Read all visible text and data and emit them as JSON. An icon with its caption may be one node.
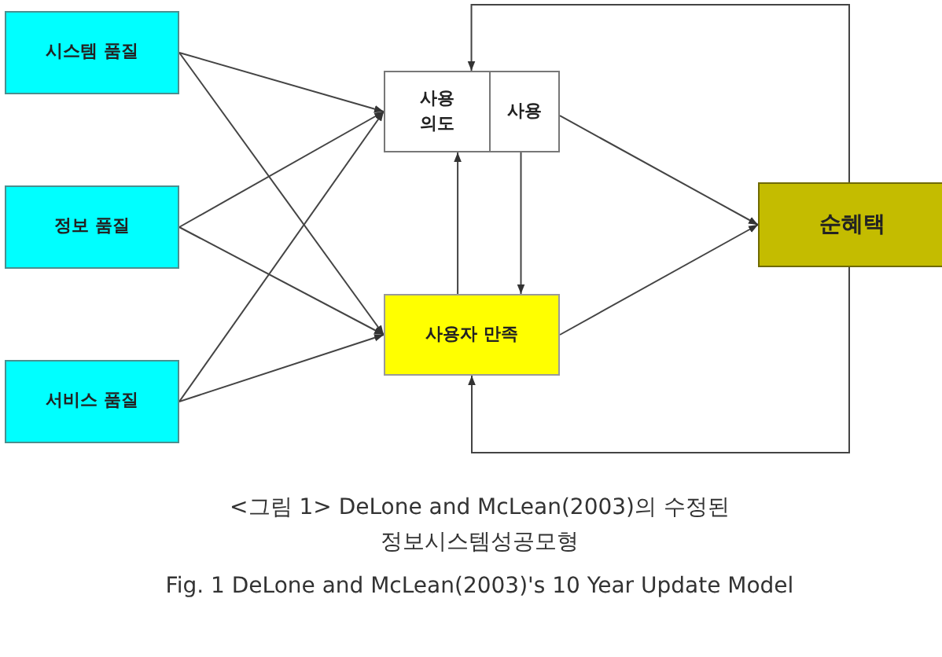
{
  "diagram": {
    "caption": "<그림 1> DeLone and McLean(2003)의 수정된 정보시스템성공모형",
    "nodes": [
      {
        "text": [
          "시스템 품질"
        ]
      },
      {
        "text": [
          "정보 품질"
        ]
      },
      {
        "text": [
          "서비스 품질"
        ]
      },
      {
        "text": [
          "사용 의도"
        ]
      },
      {
        "text": [
          "사용"
        ]
      },
      {
        "text": [
          "사용자 만족"
        ]
      },
      {
        "text": [
          "순혜택"
        ]
      }
    ],
    "edges": [
      {
        "from": 0,
        "to": 3,
        "arrow": "to"
      },
      {
        "from": 0,
        "to": 5,
        "arrow": "to"
      },
      {
        "from": 1,
        "to": 3,
        "arrow": "to"
      },
      {
        "from": 1,
        "to": 5,
        "arrow": "to"
      },
      {
        "from": 2,
        "to": 3,
        "arrow": "to"
      },
      {
        "from": 2,
        "to": 5,
        "arrow": "to"
      },
      {
        "from": 5,
        "to": 3,
        "arrow": "to"
      },
      {
        "from": 4,
        "to": 5,
        "arrow": "to"
      },
      {
        "from": 4,
        "to": 6,
        "arrow": "to"
      },
      {
        "from": 5,
        "to": 6,
        "arrow": "to"
      },
      {
        "from": 6,
        "to": 3,
        "arrow": "to"
      },
      {
        "from": 6,
        "to": 5,
        "arrow": "to"
      }
    ],
    "labels": [
      "Fig. 1 DeLone and McLean(2003)'s 10 Year Update Model"
    ]
  }
}
